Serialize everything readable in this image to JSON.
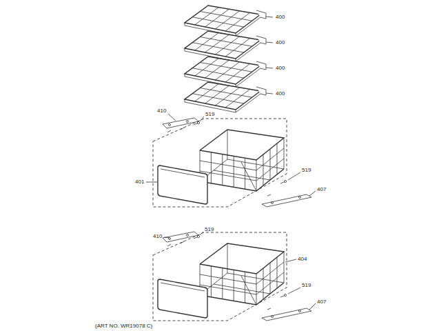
{
  "diagram": {
    "labels": [
      "400",
      "400",
      "400",
      "400",
      "410",
      "519",
      "401",
      "519",
      "407",
      "410",
      "519",
      "404",
      "519",
      "407",
      "(ART NO. WR19078 C)"
    ]
  }
}
